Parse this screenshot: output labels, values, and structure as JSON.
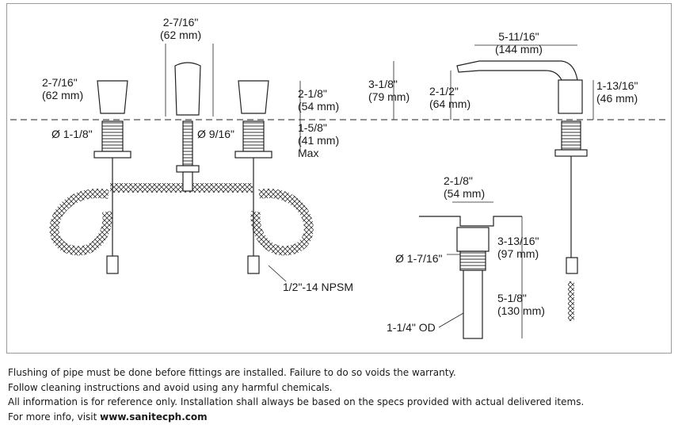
{
  "diagram": {
    "dims": {
      "spout_width": [
        "2-7/16\"",
        "(62 mm)"
      ],
      "handle_width": [
        "2-7/16\"",
        "(62 mm)"
      ],
      "handle_height": [
        "2-1/8\"",
        "(54 mm)"
      ],
      "shank_diameter_handle": "Ø 1-1/8\"",
      "shank_diameter_spout": "Ø 9/16\"",
      "shank_length": [
        "1-5/8\"",
        "(41 mm)",
        "Max"
      ],
      "connection": "1/2\"-14 NPSM",
      "spout_reach": [
        "5-11/16\"",
        "(144 mm)"
      ],
      "spout_total_height": [
        "3-1/8\"",
        "(79 mm)"
      ],
      "spout_outlet_height": [
        "2-1/2\"",
        "(64 mm)"
      ],
      "side_base_height": [
        "1-13/16\"",
        "(46 mm)"
      ],
      "drain_flange": [
        "2-1/8\"",
        "(54 mm)"
      ],
      "drain_body": "Ø 1-7/16\"",
      "drain_upper": [
        "3-13/16\"",
        "(97 mm)"
      ],
      "drain_lower": [
        "5-1/8\"",
        "(130 mm)"
      ],
      "tailpiece_od": "1-1/4\" OD"
    }
  },
  "notes": {
    "line1": "Flushing of pipe must be done before fittings are installed. Failure to do so voids the warranty.",
    "line2": "Follow cleaning instructions and avoid using any harmful chemicals.",
    "line3": "All information is for reference only. Installation shall always be based on the specs provided with actual delivered items.",
    "line4_prefix": "For more info, visit ",
    "line4_url": "www.sanitecph.com"
  }
}
